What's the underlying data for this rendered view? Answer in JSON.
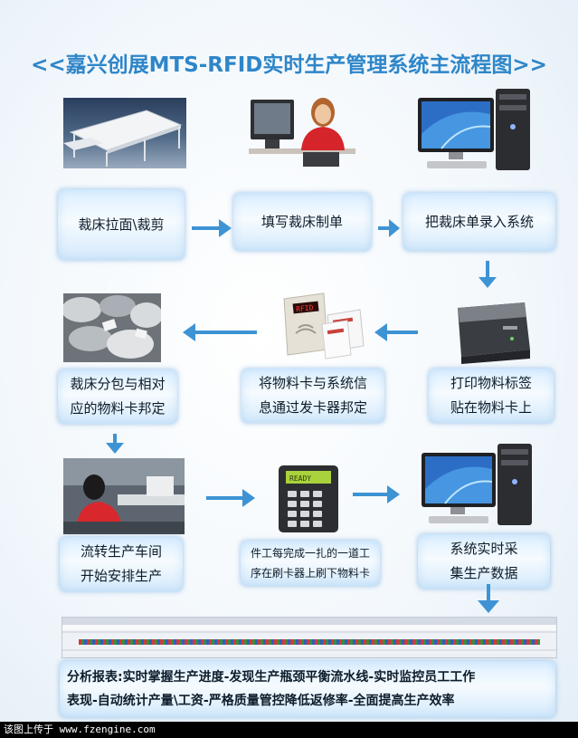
{
  "title": "<<嘉兴创展MTS-RFID实时生产管理系统主流程图>>",
  "steps": {
    "s1": "裁床拉面\\裁剪",
    "s2": "填写裁床制单",
    "s3": "把裁床单录入系统",
    "s4_l1": "打印物料标签",
    "s4_l2": "贴在物料卡上",
    "s5_l1": "将物料卡与系统信",
    "s5_l2": "息通过发卡器邦定",
    "s6_l1": "裁床分包与相对",
    "s6_l2": "应的物料卡邦定",
    "s7_l1": "流转生产车间",
    "s7_l2": "开始安排生产",
    "s8_l1": "件工每完成一扎的一道工",
    "s8_l2": "序在刷卡器上刷下物料卡",
    "s9_l1": "系统实时采",
    "s9_l2": "集生产数据"
  },
  "report": {
    "l1": "分析报表:实时掌握生产进度-发现生产瓶颈平衡流水线-实时监控员工工作",
    "l2": "表现-自动统计产量\\工资-严格质量管控降低返修率-全面提高生产效率"
  },
  "reader_display": "RFID",
  "terminal_display": "READY",
  "footer": {
    "label": "该图上传于",
    "url": " www.fzengine.com"
  },
  "colors": {
    "title": "#2e86c8",
    "arrow": "#3d93d4"
  }
}
